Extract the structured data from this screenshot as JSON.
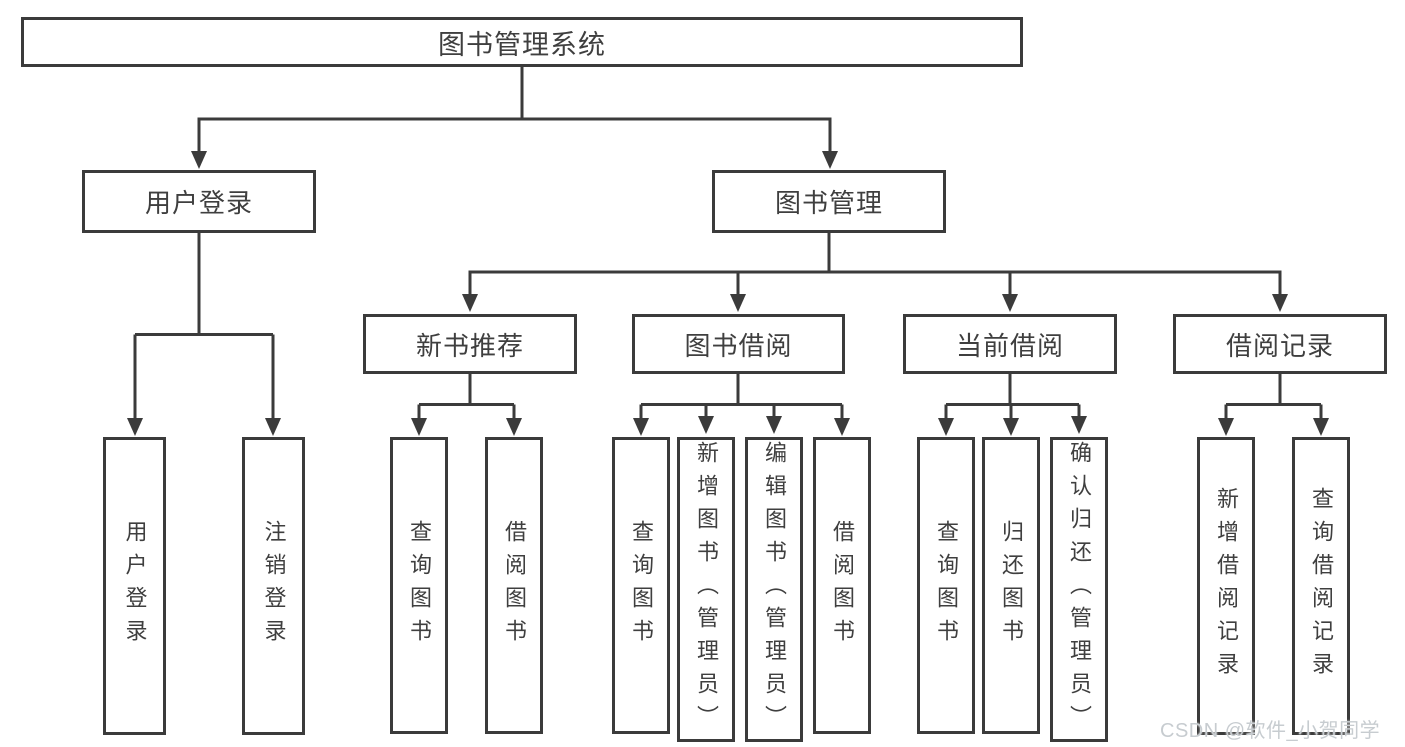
{
  "colors": {
    "line": "#3b3b3b",
    "text": "#3f3f3f",
    "background": "#ffffff",
    "watermark_text": "#c7ccd0"
  },
  "watermark": {
    "text": "CSDN @软件_小贺同学"
  },
  "tree": {
    "label": "图书管理系统",
    "children": [
      {
        "label": "用户登录",
        "children": [
          {
            "label": "用户登录"
          },
          {
            "label": "注销登录"
          }
        ]
      },
      {
        "label": "图书管理",
        "children": [
          {
            "label": "新书推荐",
            "children": [
              {
                "label": "查询图书"
              },
              {
                "label": "借阅图书"
              }
            ]
          },
          {
            "label": "图书借阅",
            "children": [
              {
                "label": "查询图书"
              },
              {
                "label": "新增图书（管理员）"
              },
              {
                "label": "编辑图书（管理员）"
              },
              {
                "label": "借阅图书"
              }
            ]
          },
          {
            "label": "当前借阅",
            "children": [
              {
                "label": "查询图书"
              },
              {
                "label": "归还图书"
              },
              {
                "label": "确认归还（管理员）"
              }
            ]
          },
          {
            "label": "借阅记录",
            "children": [
              {
                "label": "新增借阅记录"
              },
              {
                "label": "查询借阅记录"
              }
            ]
          }
        ]
      }
    ]
  }
}
